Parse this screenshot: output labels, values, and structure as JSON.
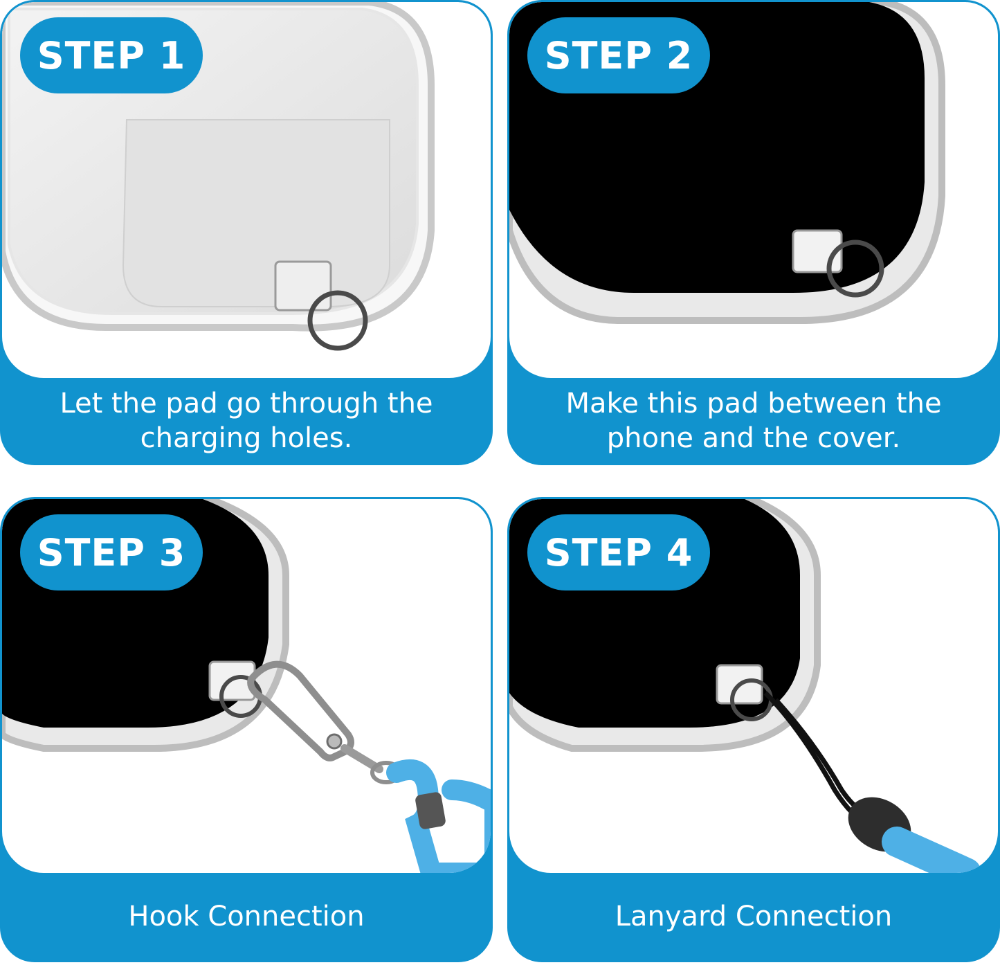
{
  "colors": {
    "accent": "#1193ce",
    "lanyard_blue": "#4eb0e6",
    "screen_black": "#000000"
  },
  "steps": [
    {
      "badge": "STEP 1",
      "caption_line1": "Let the pad go through the",
      "caption_line2": "charging holes."
    },
    {
      "badge": "STEP 2",
      "caption_line1": "Make this pad between the",
      "caption_line2": "phone and the cover."
    },
    {
      "badge": "STEP 3",
      "caption_line1": "Hook Connection"
    },
    {
      "badge": "STEP 4",
      "caption_line1": "Lanyard Connection"
    }
  ]
}
